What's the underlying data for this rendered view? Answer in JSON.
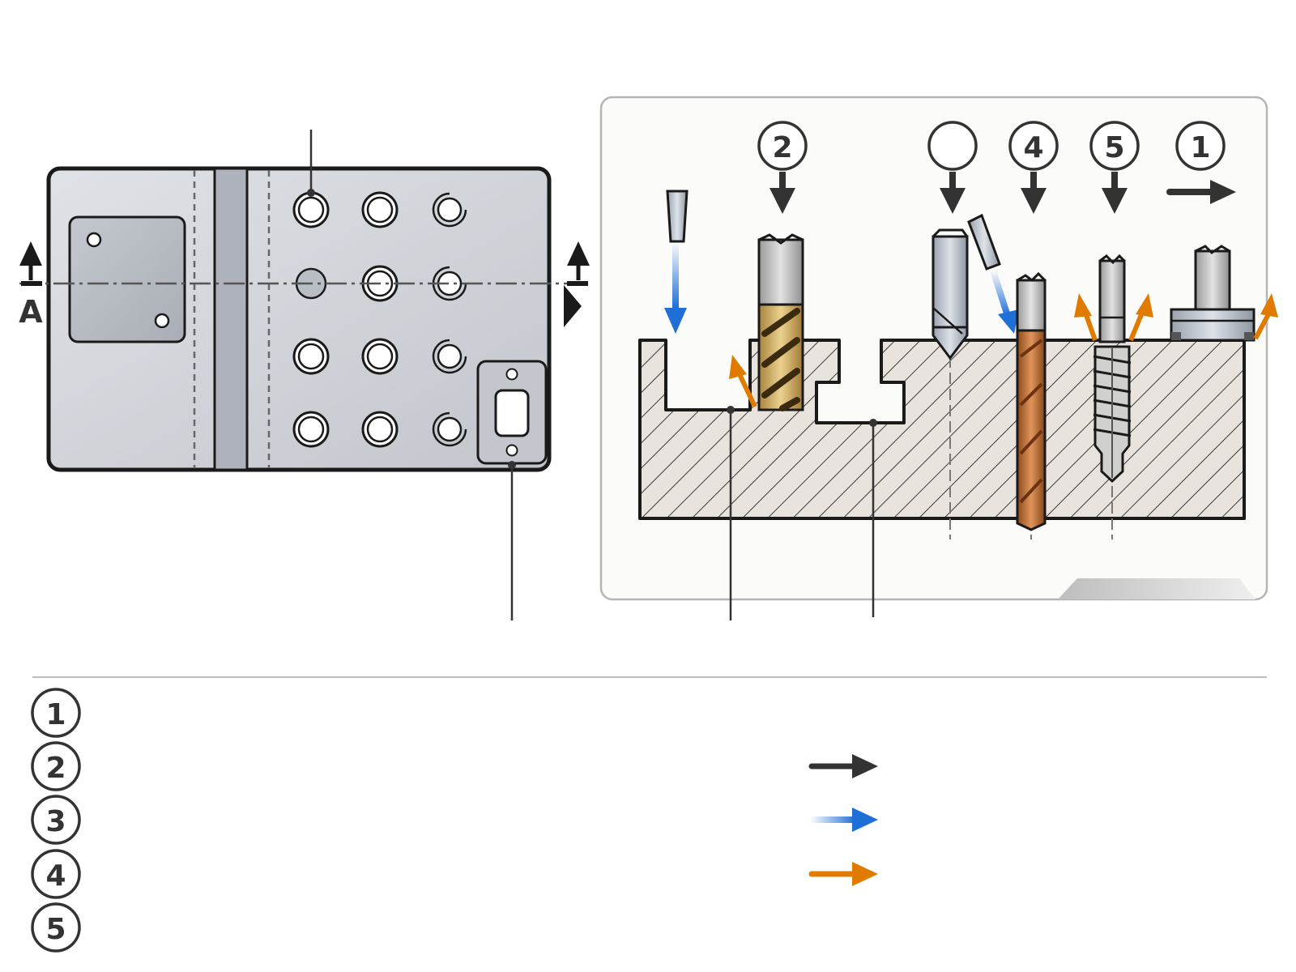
{
  "section_label": "A",
  "top_callouts": [
    "2",
    "",
    "4",
    "5",
    "1"
  ],
  "legend": {
    "items": [
      "1",
      "2",
      "3",
      "4",
      "5"
    ]
  },
  "arrow_legend_colors": [
    "#333333",
    "#1f6fd6",
    "#e07b00"
  ],
  "colors": {
    "plate": "#c8ccd2",
    "pocket": "#b3b8c0",
    "section_fill": "#e8e3dc",
    "hatch": "#3a3a3a",
    "feed_arrow": "#333333",
    "coolant_arrow": "#1f6fd6",
    "chip_arrow": "#e07b00",
    "drill_bronze": "#b8692e",
    "endmill_gold": "#d8b56a"
  }
}
